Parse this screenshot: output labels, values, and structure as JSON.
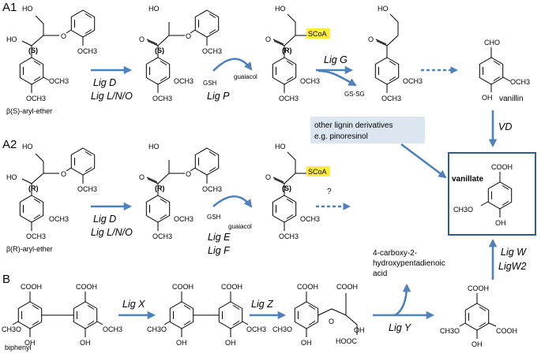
{
  "sections": {
    "a1": "A1",
    "a2": "A2",
    "b": "B"
  },
  "labels": {
    "s_ether": "β(S)-aryl-ether",
    "r_ether": "β(R)-aryl-ether",
    "vanillin": "vanillin",
    "vanillate": "vanillate",
    "biphenyl": "biphenyl",
    "cooh": "COOH",
    "cho": "CHO",
    "ho": "HO",
    "oh": "OH",
    "och3": "OCH3",
    "ch3o": "CH3O",
    "hooc": "HOOC",
    "scoa": "SCoA",
    "s_tag": "(S)",
    "r_tag": "(R)",
    "gsh": "GSH",
    "gssg": "GS-SG",
    "guaiacol": "guaiacol",
    "question": "?",
    "other_lignin_1": "other lignin derivatives",
    "other_lignin_2": "e.g. pinoresinol",
    "carboxy_1": "4-carboxy-2-",
    "carboxy_2": "hydroxypentadienoic",
    "carboxy_3": "acid"
  },
  "enzymes": {
    "lig_d": "Lig D",
    "lig_lno": "Lig L/N/O",
    "lig_p": "Lig P",
    "lig_g": "Lig G",
    "vd": "VD",
    "lig_e": "Lig E",
    "lig_f": "Lig F",
    "lig_x": "Lig X",
    "lig_z": "Lig Z",
    "lig_y": "Lig Y",
    "lig_w": "Lig W",
    "lig_w2": "LigW2"
  },
  "colors": {
    "arrow": "#4f81bd",
    "box_fill": "#dce6f1",
    "highlight": "#ffeb3b",
    "box_border": "#2e5e8c"
  }
}
